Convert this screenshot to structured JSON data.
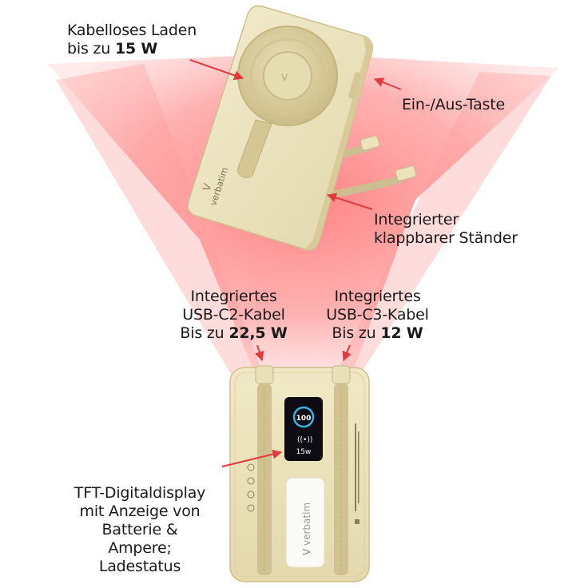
{
  "callouts": {
    "wireless": {
      "line1": "Kabelloses Laden",
      "line2_prefix": "bis zu ",
      "line2_value": "15 W"
    },
    "power_button": {
      "text": "Ein-/Aus-Taste"
    },
    "stand": {
      "line1": "Integrierter",
      "line2": "klappbarer Ständer"
    },
    "cable_c2": {
      "line1": "Integriertes",
      "line2": "USB-C2-Kabel",
      "line3_prefix": "Bis zu ",
      "line3_value": "22,5 W"
    },
    "cable_c3": {
      "line1": "Integriertes",
      "line2": "USB-C3-Kabel",
      "line3_prefix": "Bis zu ",
      "line3_value": "12 W"
    },
    "display": {
      "line1": "TFT-Digitaldisplay",
      "line2": "mit Anzeige von",
      "line3": "Batterie &",
      "line4": "Ampere;",
      "line5": "Ladestatus"
    }
  },
  "device": {
    "brand": "verbatim",
    "screen_percent": "100",
    "screen_watts": "15w"
  },
  "colors": {
    "device_body": "#ece3bd",
    "device_edge": "#d9cc9c",
    "glow": "#ff6a6a",
    "arrow": "#e23a3a",
    "screen": "#0c0c12",
    "screen_accent": "#35b4ef"
  }
}
